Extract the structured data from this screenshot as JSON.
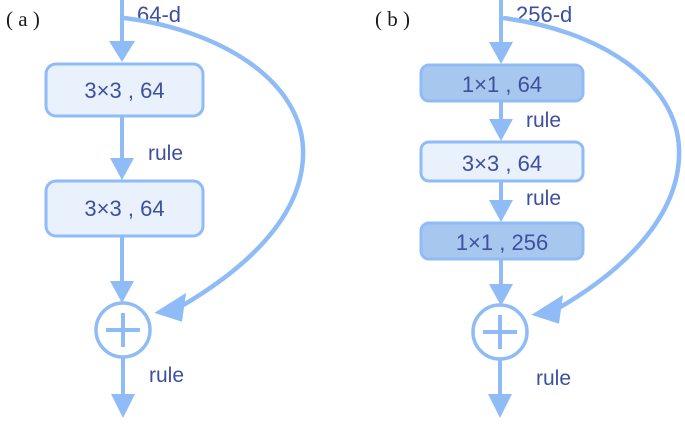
{
  "figure": {
    "type": "diagram",
    "subject": "residual-block-comparison",
    "background_color": "#ffffff",
    "colors": {
      "connector": "#8fbcf6",
      "box_light_fill": "#e9f1fc",
      "box_dark_fill": "#a8c7ee",
      "box_border": "#8fbcf6",
      "text_blue": "#3e4fa0",
      "panel_label": "#1a1a1a"
    }
  },
  "panels": [
    {
      "label": "( a )",
      "input_label": "64-d",
      "blocks": [
        {
          "text": "3×3 , 64",
          "style": "light"
        },
        {
          "text": "3×3 , 64",
          "style": "light"
        }
      ],
      "activations": [
        "rule",
        "rule"
      ],
      "sum_symbol": "+",
      "skip_connection": true
    },
    {
      "label": "( b )",
      "input_label": "256-d",
      "blocks": [
        {
          "text": "1×1 , 64",
          "style": "dark"
        },
        {
          "text": "3×3 , 64",
          "style": "light"
        },
        {
          "text": "1×1 , 256",
          "style": "dark"
        }
      ],
      "activations": [
        "rule",
        "rule",
        "rule"
      ],
      "sum_symbol": "+",
      "skip_connection": true
    }
  ]
}
